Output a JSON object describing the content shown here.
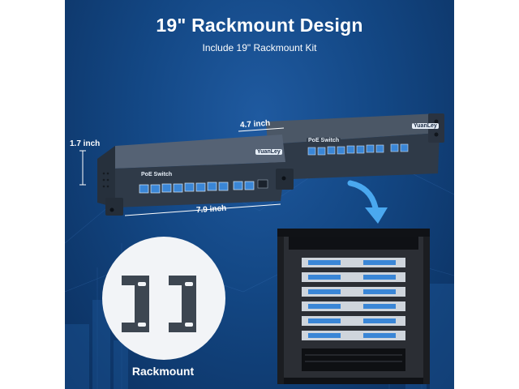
{
  "header": {
    "title": "19\" Rackmount Design",
    "subtitle": "Include 19\" Rackmount Kit"
  },
  "dimensions": {
    "height": "1.7 inch",
    "depth": "4.7 inch",
    "width": "7.9 inch"
  },
  "product": {
    "brand": "YuanLey",
    "label": "PoE Switch"
  },
  "captions": {
    "rackmount": "Rackmount"
  },
  "colors": {
    "background": "#134784",
    "switch_body": "#3a4656",
    "port_blue": "#3a86d6",
    "arrow": "#4aa8ef"
  },
  "icons": [
    "curved-arrow-icon",
    "rack-ear-bracket-icon"
  ]
}
